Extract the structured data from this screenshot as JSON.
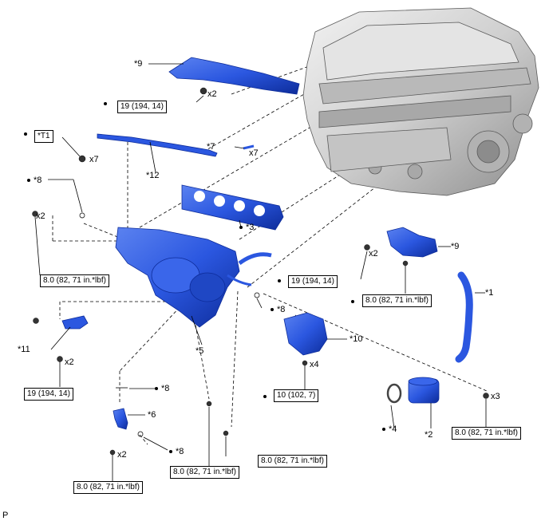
{
  "parts": {
    "p1": "*1",
    "p2": "*2",
    "p3": "*3",
    "p4": "*4",
    "p5": "*5",
    "p6": "*6",
    "p7": "*7",
    "p8a": "*8",
    "p8b": "*8",
    "p8c": "*8",
    "p8d": "*8",
    "p9a": "*9",
    "p9b": "*9",
    "p10": "*10",
    "p11": "*11",
    "p12": "*12",
    "t1": "*T1"
  },
  "quantities": {
    "q_x2_a": "x2",
    "q_x7_a": "x7",
    "q_x7_b": "x7",
    "q_x2_b": "x2",
    "q_x2_c": "x2",
    "q_x2_d": "x2",
    "q_x4": "x4",
    "q_x3": "x3",
    "q_x2_e": "x2"
  },
  "torques": {
    "tq_top": "19 (194, 14)",
    "tq_left_mid": "8.0 (82, 71 in.*lbf)",
    "tq_right_mid": "19 (194, 14)",
    "tq_right_mid2": "8.0 (82, 71 in.*lbf)",
    "tq_left_low": "19 (194, 14)",
    "tq_center": "10 (102, 7)",
    "tq_right_low": "8.0 (82, 71 in.*lbf)",
    "tq_bottom_left": "8.0 (82, 71 in.*lbf)",
    "tq_bottom_mid": "8.0 (82, 71 in.*lbf)",
    "tq_bottom_mid2": "8.0 (82, 71 in.*lbf)"
  },
  "footer": {
    "mark": "P"
  },
  "colors": {
    "part_blue": "#2b57e0",
    "part_dark": "#0d2c9a",
    "engine_gray": "#cfcfcf",
    "line": "#000000"
  }
}
